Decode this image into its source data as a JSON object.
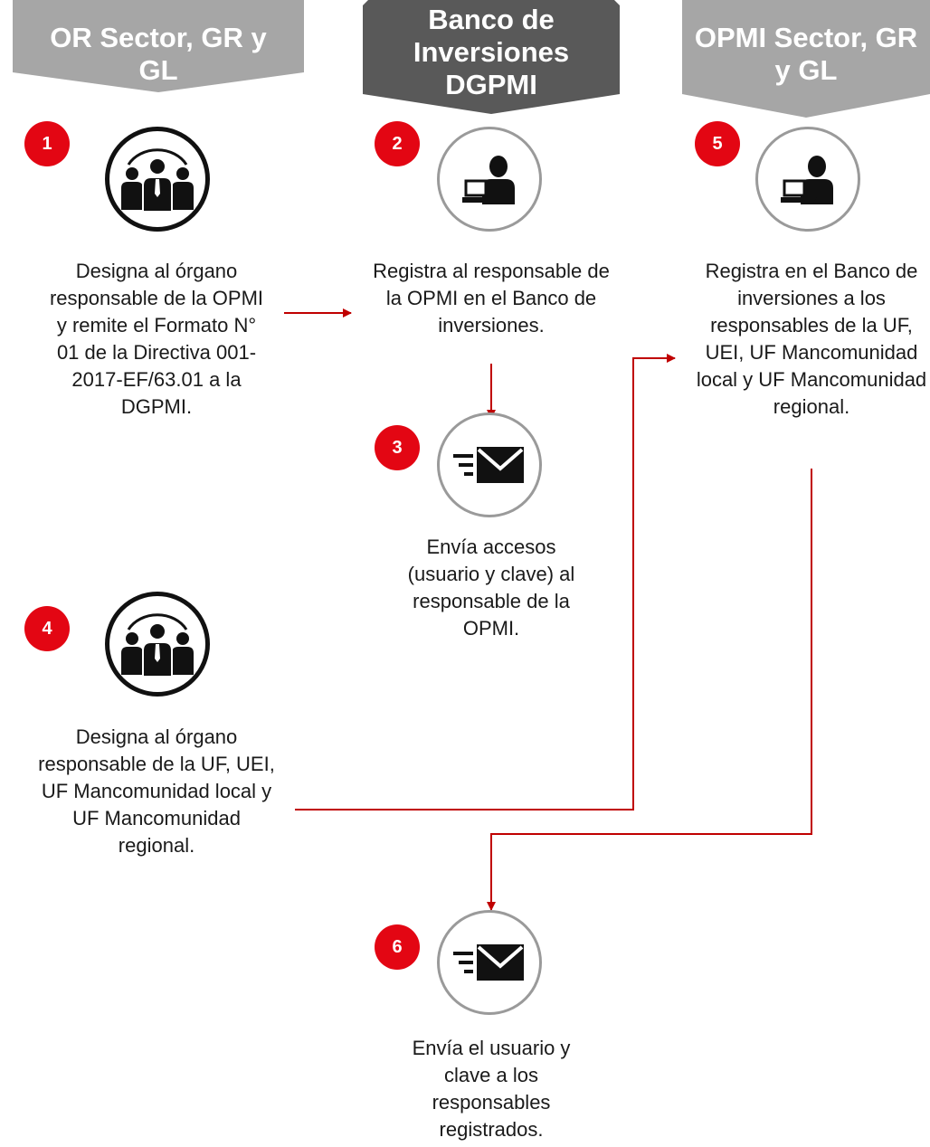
{
  "columns": [
    {
      "title": "OR Sector, GR y GL"
    },
    {
      "title": "Banco de Inversiones DGPMI"
    },
    {
      "title": "OPMI Sector, GR y GL"
    }
  ],
  "steps": [
    {
      "number": "1",
      "icon": "group-people-icon",
      "text": "Designa al órgano responsable de la OPMI y remite el Formato N° 01 de la Directiva 001-2017-EF/63.01 a la DGPMI."
    },
    {
      "number": "2",
      "icon": "person-laptop-icon",
      "text": "Registra al responsable de la OPMI en el Banco de inversiones."
    },
    {
      "number": "3",
      "icon": "send-mail-icon",
      "text": "Envía accesos (usuario y clave) al responsable de la OPMI."
    },
    {
      "number": "4",
      "icon": "group-people-icon",
      "text": "Designa al órgano responsable de la UF, UEI, UF Mancomunidad local y UF Mancomunidad regional."
    },
    {
      "number": "5",
      "icon": "person-laptop-icon",
      "text": "Registra en el Banco de inversiones a los responsables de la UF, UEI, UF Mancomunidad local y UF Mancomunidad regional."
    },
    {
      "number": "6",
      "icon": "send-mail-icon",
      "text": "Envía el usuario y clave a los responsables registrados."
    }
  ],
  "colors": {
    "accent": "#e30613",
    "header_light": "#a6a6a6",
    "header_dark": "#595959",
    "connector": "#c00000"
  }
}
